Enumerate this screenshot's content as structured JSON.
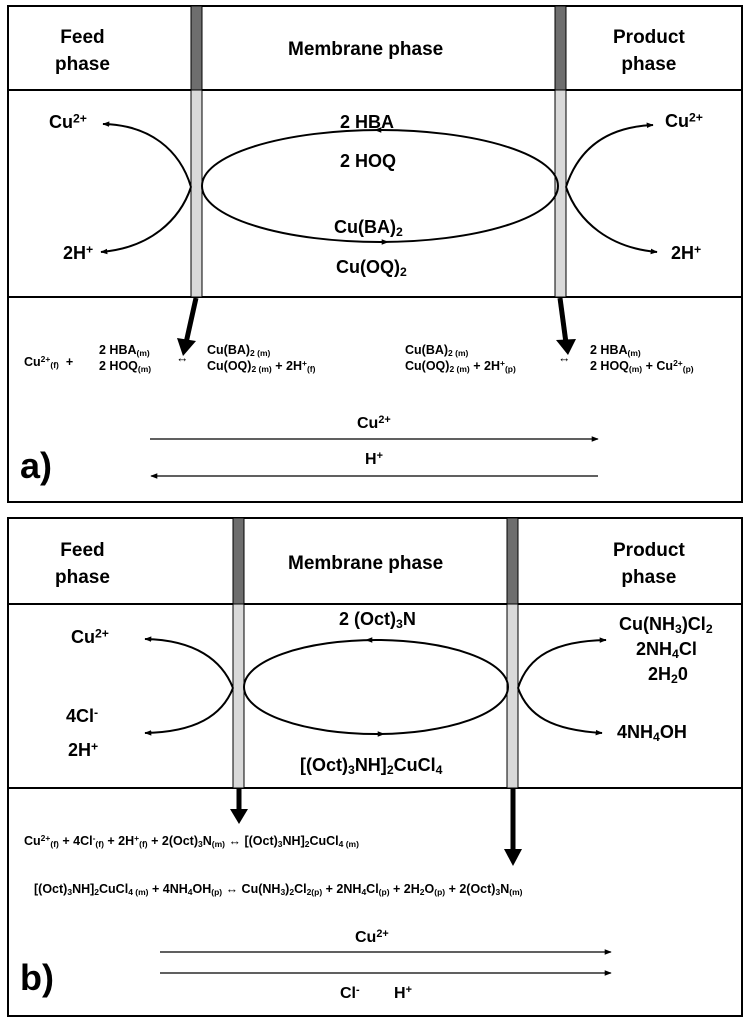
{
  "panel_a": {
    "label": "a)",
    "header": {
      "feed": [
        "Feed",
        "phase"
      ],
      "membrane": "Membrane phase",
      "product": [
        "Product",
        "phase"
      ]
    },
    "species": {
      "cu_feed": "Cu²⁺",
      "h_feed": "2H⁺",
      "hba": "2 HBA",
      "hoq": "2 HOQ",
      "cuba": "Cu(BA)₂",
      "cuoq": "Cu(OQ)₂",
      "cu_product": "Cu²⁺",
      "h_product": "2H⁺"
    },
    "equation_left": "Cu²⁺(f) + 2 HBA(m) / 2 HOQ(m) ↔ Cu(BA)₂(m) / Cu(OQ)₂(m) + 2H⁺(f)",
    "equation_right": "Cu(BA)₂(m) / Cu(OQ)₂(m) + 2H⁺(p) ↔ 2 HBA(m) / 2 HOQ(m) + Cu²⁺(p)",
    "flux": [
      "Cu²⁺",
      "H⁺"
    ]
  },
  "panel_b": {
    "label": "b)",
    "header": {
      "feed": [
        "Feed",
        "phase"
      ],
      "membrane": "Membrane phase",
      "product": [
        "Product",
        "phase"
      ]
    },
    "species": {
      "cu_feed": "Cu²⁺",
      "cl_feed": "4Cl⁻",
      "h_feed": "2H⁺",
      "carrier": "2 (Oct)₃N",
      "complex": "[(Oct)₃NH]₂CuCl₄",
      "product_1": "Cu(NH₃)Cl₂",
      "product_2": "2NH₄Cl",
      "product_3": "2H₂0",
      "strip": "4NH₄OH"
    },
    "equation_1": "Cu²⁺(f) + 4Cl⁻(f) + 2H⁺(f) + 2(Oct)₃N(m) ↔ [(Oct)₃NH]₂CuCl₄(m)",
    "equation_2": "[(Oct)₃NH]₂CuCl₄(m) + 4NH₄OH(p) ↔ Cu(NH₃)₂Cl₂(p) + 2NH₄Cl(p) + 2H₂O(p) + 2(Oct)₃N(m)",
    "flux": [
      "Cu²⁺",
      "Cl⁻",
      "H⁺"
    ]
  },
  "colors": {
    "membrane_top": "#6e6e6e",
    "membrane_body": "#d9d9d9",
    "line": "#000000"
  }
}
